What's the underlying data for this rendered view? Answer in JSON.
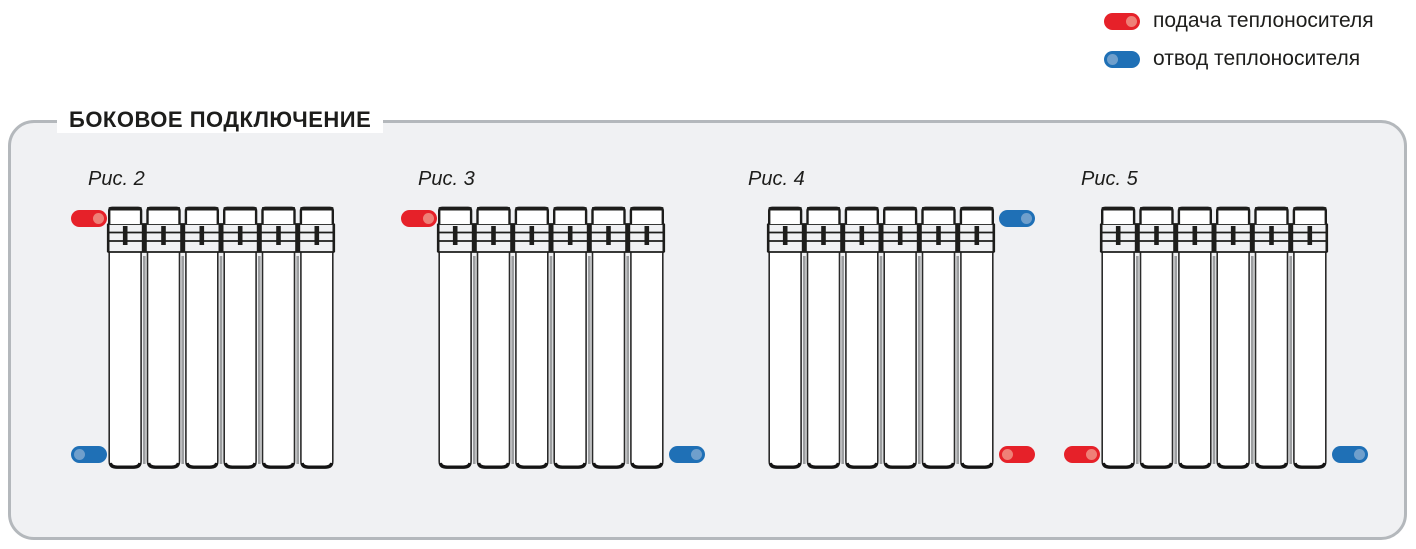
{
  "legend": {
    "items": [
      {
        "id": "supply",
        "label": "подача теплоносителя",
        "color": "#e62129",
        "accent_color": "#ef8077",
        "dot_side": "right"
      },
      {
        "id": "return",
        "label": "отвод теплоносителя",
        "color": "#1f70b6",
        "accent_color": "#6f9fcc",
        "dot_side": "left"
      }
    ]
  },
  "panel": {
    "title": "БОКОВОЕ ПОДКЛЮЧЕНИЕ"
  },
  "radiator": {
    "sections": 6,
    "line_color": "#1d1d1b",
    "fill_color": "#ffffff",
    "shade_color": "#9c9ea0"
  },
  "figures": [
    {
      "label": "Рис. 2",
      "connections": [
        {
          "type": "supply",
          "side": "left",
          "vpos": "top",
          "dot_side": "right"
        },
        {
          "type": "return",
          "side": "left",
          "vpos": "bottom",
          "dot_side": "left"
        }
      ]
    },
    {
      "label": "Рис. 3",
      "connections": [
        {
          "type": "supply",
          "side": "left",
          "vpos": "top",
          "dot_side": "right"
        },
        {
          "type": "return",
          "side": "right",
          "vpos": "bottom",
          "dot_side": "right"
        }
      ]
    },
    {
      "label": "Рис. 4",
      "connections": [
        {
          "type": "return",
          "side": "right",
          "vpos": "top",
          "dot_side": "right"
        },
        {
          "type": "supply",
          "side": "right",
          "vpos": "bottom",
          "dot_side": "left"
        }
      ]
    },
    {
      "label": "Рис. 5",
      "connections": [
        {
          "type": "supply",
          "side": "left",
          "vpos": "bottom",
          "dot_side": "right"
        },
        {
          "type": "return",
          "side": "right",
          "vpos": "bottom",
          "dot_side": "right"
        }
      ]
    }
  ]
}
